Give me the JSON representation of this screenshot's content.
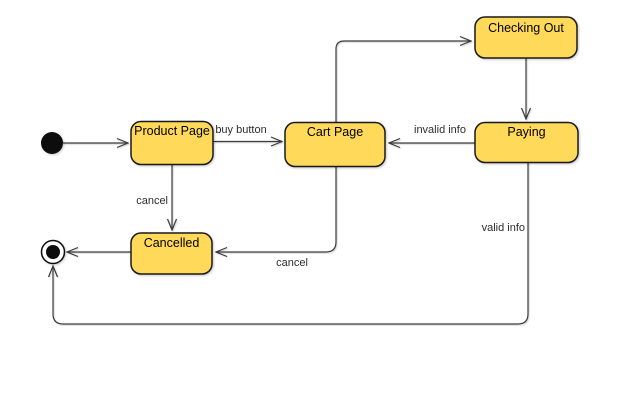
{
  "diagram": {
    "type": "uml-state-machine",
    "colors": {
      "background": "#FFFFFF",
      "state_fill": "#FFD95A",
      "state_stroke": "#1A1A1A",
      "edge_color": "#3B3B3B",
      "edge_label_color": "#2D2D2D",
      "state_label_color": "#000000"
    },
    "states": [
      {
        "id": "product-page",
        "label": "Product Page"
      },
      {
        "id": "cart-page",
        "label": "Cart Page"
      },
      {
        "id": "checking-out",
        "label": "Checking Out"
      },
      {
        "id": "paying",
        "label": "Paying"
      },
      {
        "id": "cancelled",
        "label": "Cancelled"
      }
    ],
    "pseudostates": [
      {
        "id": "initial",
        "type": "initial-state"
      },
      {
        "id": "final",
        "type": "final-state"
      }
    ],
    "transitions": [
      {
        "from": "initial",
        "to": "product-page",
        "label": ""
      },
      {
        "from": "product-page",
        "to": "cart-page",
        "label": "buy button"
      },
      {
        "from": "cart-page",
        "to": "checking-out",
        "label": ""
      },
      {
        "from": "checking-out",
        "to": "paying",
        "label": ""
      },
      {
        "from": "paying",
        "to": "cart-page",
        "label": "invalid info"
      },
      {
        "from": "product-page",
        "to": "cancelled",
        "label": "cancel"
      },
      {
        "from": "cart-page",
        "to": "cancelled",
        "label": "cancel"
      },
      {
        "from": "cancelled",
        "to": "final",
        "label": ""
      },
      {
        "from": "paying",
        "to": "final",
        "label": "valid info"
      }
    ]
  }
}
